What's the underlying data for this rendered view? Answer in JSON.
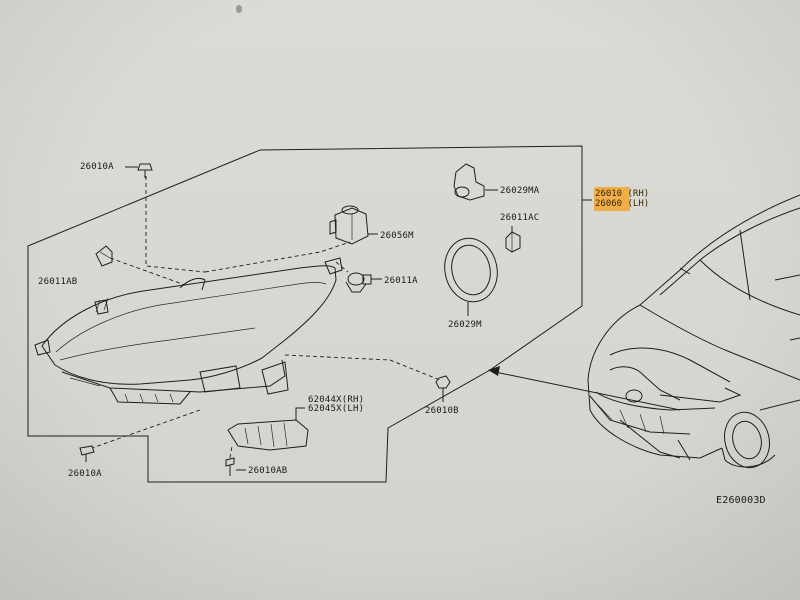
{
  "labels": {
    "l_26010A_top": "26010A",
    "l_26011AB": "26011AB",
    "l_26056M": "26056M",
    "l_26011A": "26011A",
    "l_26029MA": "26029MA",
    "l_26011AC": "26011AC",
    "l_26029M": "26029M",
    "l_26010B": "26010B",
    "l_62044X": "62044X(RH)",
    "l_62045X": "62045X(LH)",
    "l_26010A_bottom": "26010A",
    "l_26010AB_bottom": "26010AB",
    "l_26010_rh": "26010 (RH)",
    "l_26060_lh": "26060 (LH)",
    "figure_code": "E260003D"
  },
  "colors": {
    "background": "#d9d9d4",
    "line": "#1e1e1e",
    "highlight": "#f2a93b"
  }
}
